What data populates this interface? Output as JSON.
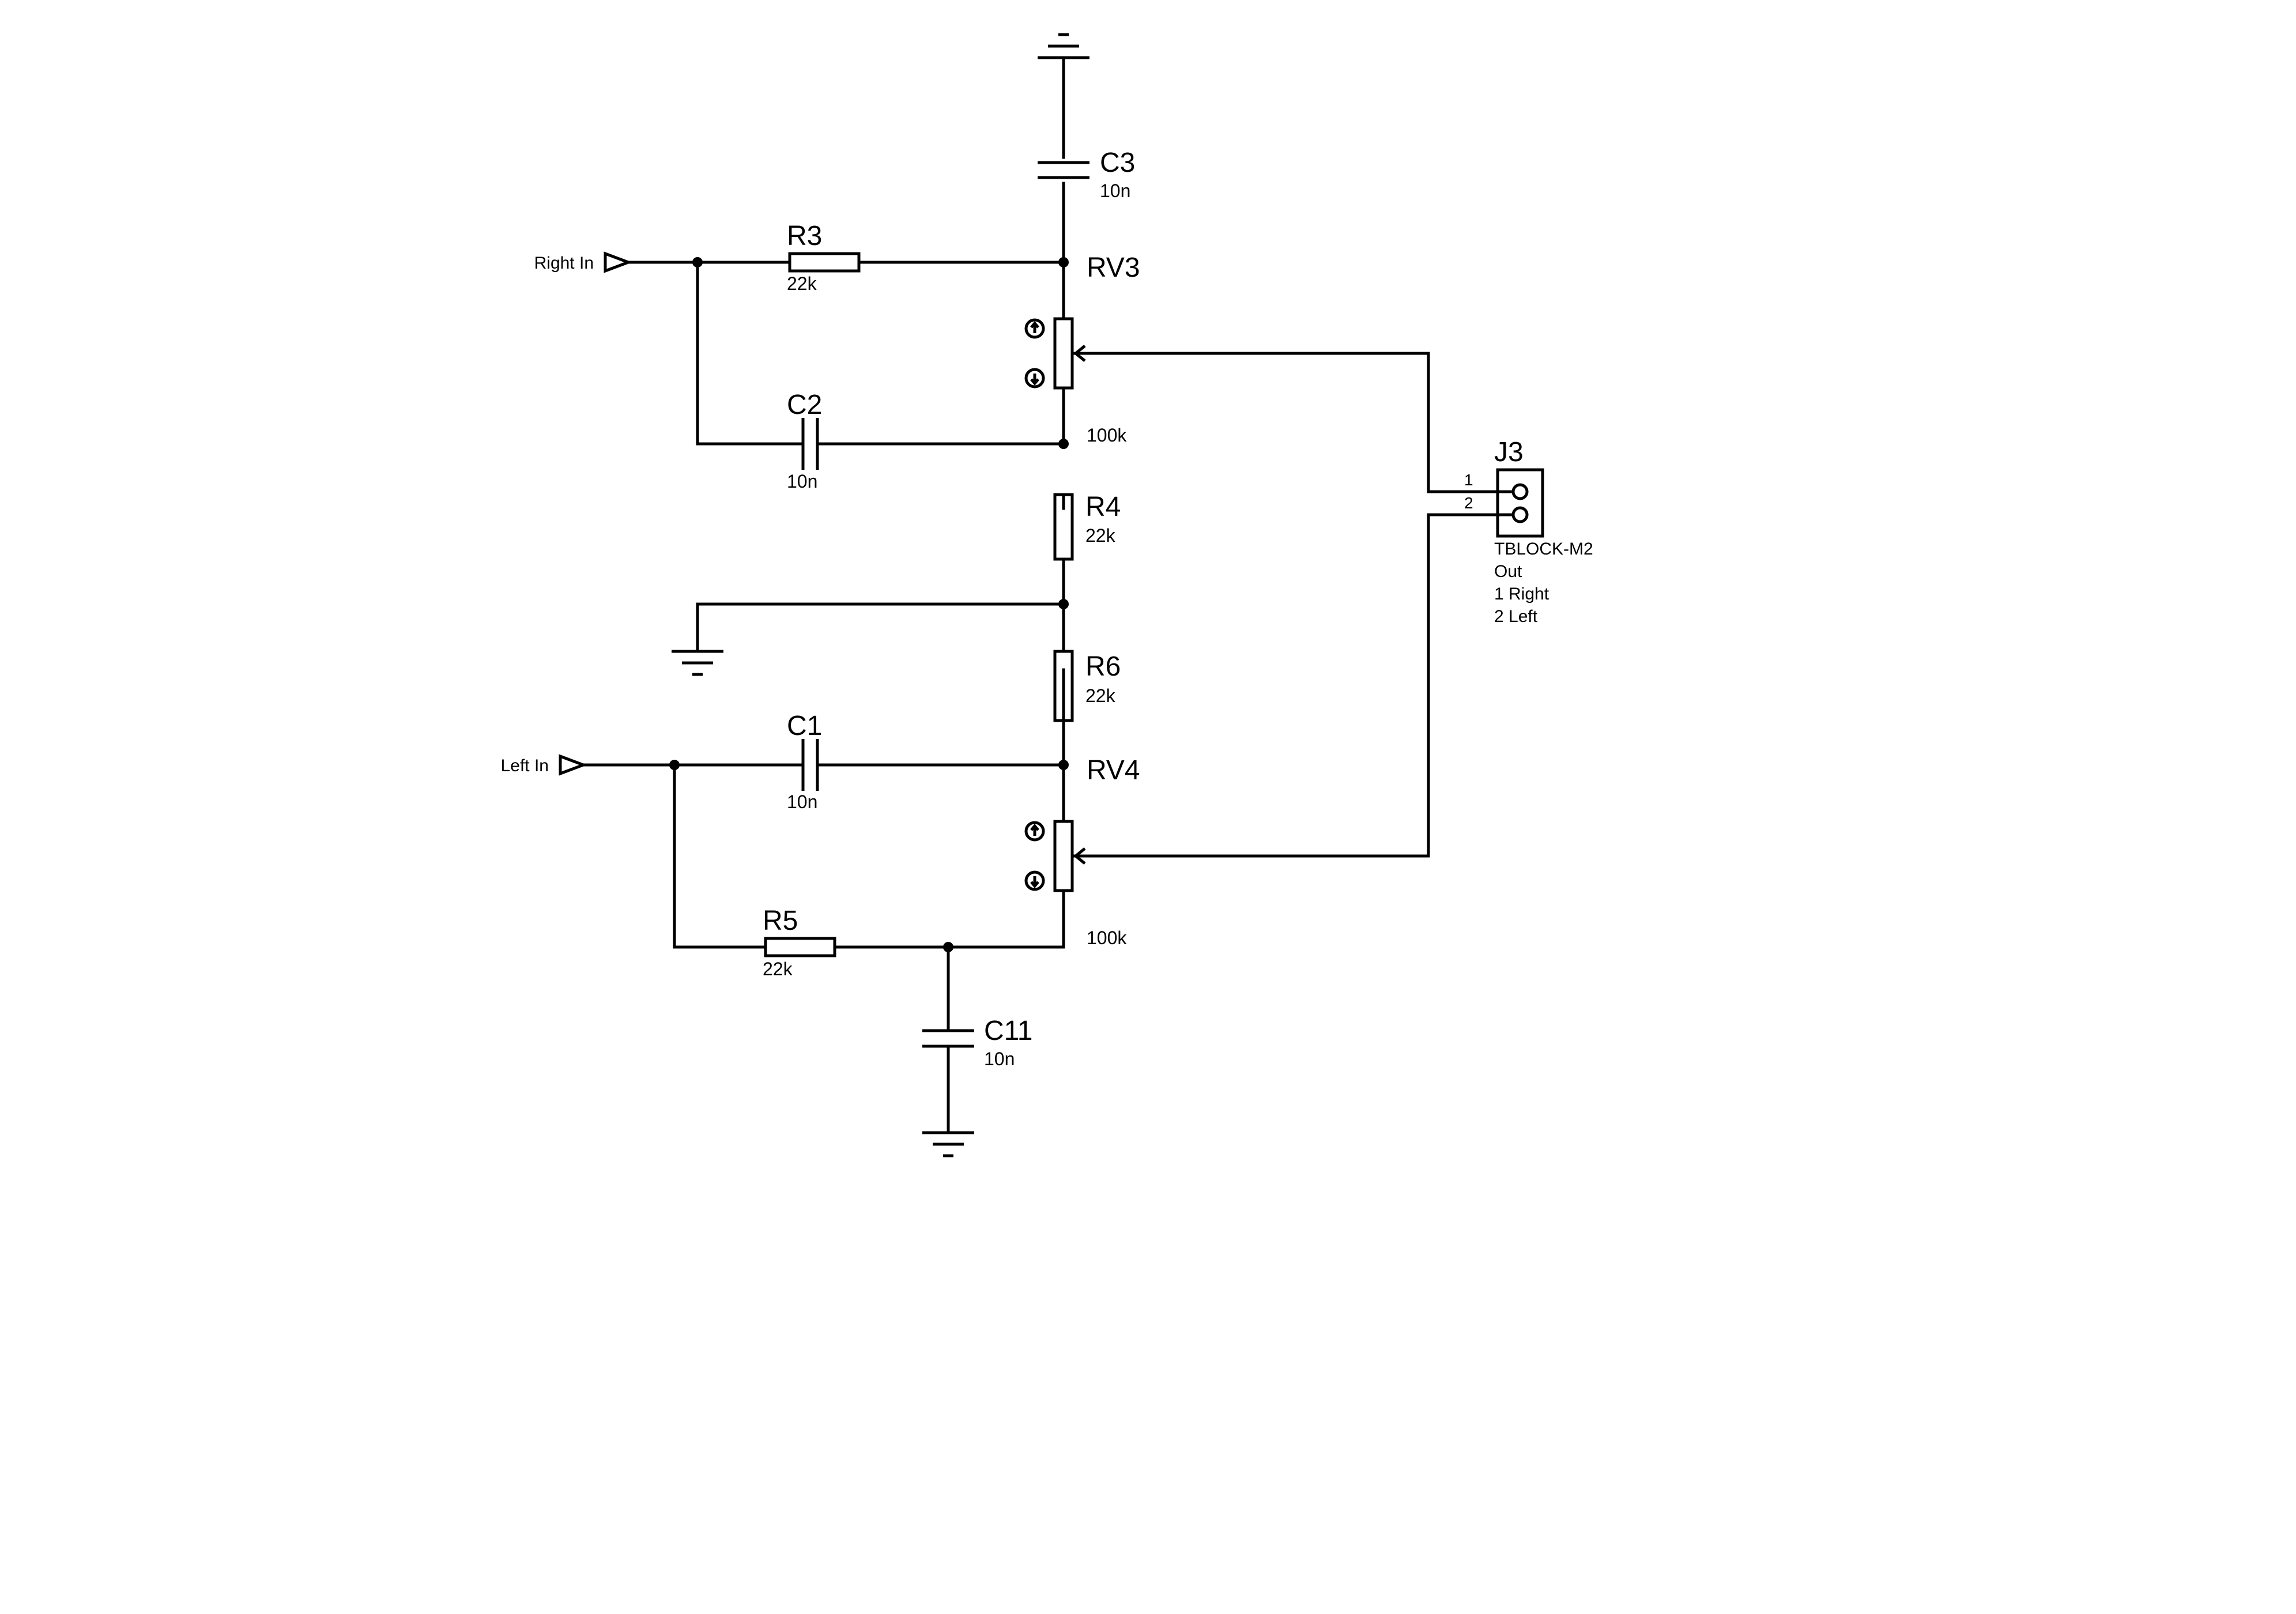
{
  "inputs": {
    "right": "Right In",
    "left": "Left In"
  },
  "components": {
    "c3": {
      "ref": "C3",
      "value": "10n"
    },
    "r3": {
      "ref": "R3",
      "value": "22k"
    },
    "rv3": {
      "ref": "RV3",
      "value": "100k"
    },
    "c2": {
      "ref": "C2",
      "value": "10n"
    },
    "r4": {
      "ref": "R4",
      "value": "22k"
    },
    "r6": {
      "ref": "R6",
      "value": "22k"
    },
    "c1": {
      "ref": "C1",
      "value": "10n"
    },
    "rv4": {
      "ref": "RV4",
      "value": "100k"
    },
    "r5": {
      "ref": "R5",
      "value": "22k"
    },
    "c11": {
      "ref": "C11",
      "value": "10n"
    }
  },
  "connector": {
    "ref": "J3",
    "part": "TBLOCK-M2",
    "pin1": "1",
    "pin2": "2",
    "notes": [
      "Out",
      "1 Right",
      "2 Left"
    ]
  },
  "icons": {
    "ground": "ground-icon",
    "input_port": "input-port-icon",
    "wiper_up": "arrow-up-circle-icon",
    "wiper_down": "arrow-down-circle-icon"
  }
}
